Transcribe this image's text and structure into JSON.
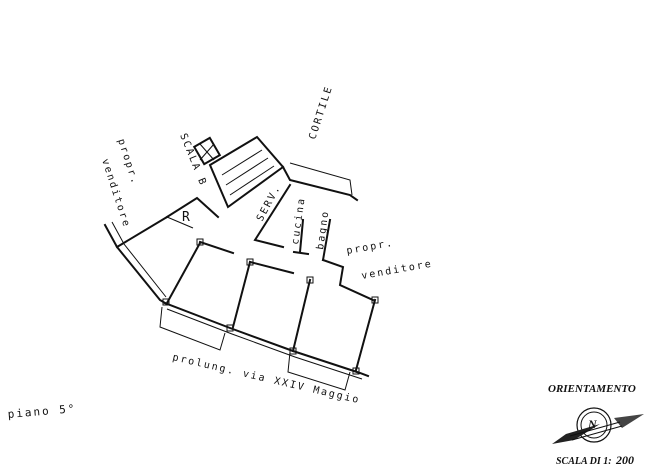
{
  "labels": {
    "left_owner_1": "propr.",
    "left_owner_2": "venditore",
    "stair": "SCALA B",
    "courtyard": "CORTILE",
    "room_r": "R",
    "service": "SERV.",
    "kitchen": "cucina",
    "bath": "bagno",
    "right_owner_1": "propr.",
    "right_owner_2": "venditore",
    "street": "prolung. via XXIV Maggio",
    "floor": "piano 5°"
  },
  "legend": {
    "orientation_title": "ORIENTAMENTO",
    "north_letter": "N",
    "scale_label": "SCALA DI 1:",
    "scale_value": "200"
  }
}
